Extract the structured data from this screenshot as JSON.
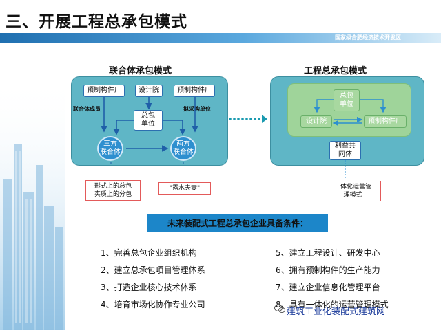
{
  "slide": {
    "title": "三、开展工程总承包模式",
    "banner_text": "国家级合肥经济技术开发区"
  },
  "left_diagram": {
    "title": "联合体承包模式",
    "nodes": {
      "prefab_left": "预制构件厂",
      "design": "设计院",
      "prefab_right": "预制构件厂",
      "gc_line1": "总包",
      "gc_line2": "单位",
      "tri_line1": "三方",
      "tri_line2": "联合体",
      "bi_line1": "两方",
      "bi_line2": "联合体"
    },
    "labels": {
      "member": "联合体成员",
      "procure": "拟采购单位"
    },
    "notes": {
      "note1_line1": "形式上的总包",
      "note1_line2": "实质上的分包",
      "note2": "\"露水夫妻\""
    }
  },
  "right_diagram": {
    "title": "工程总承包模式",
    "nodes": {
      "gc_line1": "总包",
      "gc_line2": "单位",
      "design": "设计院",
      "prefab": "预制构件厂",
      "community_line1": "利益共",
      "community_line2": "同体"
    },
    "note_line1": "一体化运营管",
    "note_line2": "理模式"
  },
  "conditions": {
    "header": "未来装配式工程总承包企业具备条件：",
    "items": [
      "1、完善总包企业组织机构",
      "2、建立总承包项目管理体系",
      "3、打造企业核心技术体系",
      "4、培育市场化协作专业公司",
      "5、建立工程设计、研发中心",
      "6、拥有预制构件的生产能力",
      "7、建立企业信息化管理平台",
      "8、具有一体化的运营管理模式"
    ]
  },
  "watermark": "建筑工业化装配式建筑网",
  "colors": {
    "panel": "#5fb6c6",
    "node_border": "#2c6fb0",
    "circle": "#2e8fcf",
    "green_inner": "#9fd49a",
    "banner": "#1c86c9",
    "note_border": "#e35a5a"
  }
}
